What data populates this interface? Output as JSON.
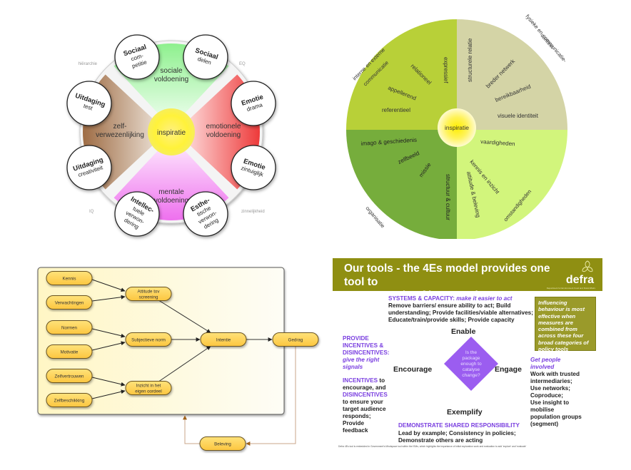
{
  "motivation_wheel": {
    "center": "inspiratie",
    "sectors": [
      {
        "id": "top",
        "label_lines": [
          "sociale",
          "voldoening"
        ],
        "color": "#9ef29e"
      },
      {
        "id": "right",
        "label_lines": [
          "emotionele",
          "voldoening"
        ],
        "color": "#ef4a4a"
      },
      {
        "id": "bottom",
        "label_lines": [
          "mentale",
          "voldoening"
        ],
        "color": "#f07ff0"
      },
      {
        "id": "left",
        "label_lines": [
          "zelf-",
          "verwezenlijking"
        ],
        "color": "#a67a55"
      }
    ],
    "axis_labels": {
      "top_left": "hiërarchie",
      "top_right": "EQ",
      "bottom_left": "IQ",
      "bottom_right": "zinnelijkheid"
    },
    "bubbles": [
      {
        "title": "Sociaal",
        "sub": [
          "com-",
          "petitie"
        ]
      },
      {
        "title": "Sociaal",
        "sub": [
          "delen"
        ]
      },
      {
        "title": "Emotie",
        "sub": [
          "drama"
        ]
      },
      {
        "title": "Emotie",
        "sub": [
          "zintuiglijk"
        ]
      },
      {
        "title": "Esthe-",
        "sub": [
          "tische",
          "verwon-",
          "dering"
        ],
        "title2": "tische"
      },
      {
        "title": "Intellec-",
        "sub": [
          "tuele",
          "verwon-",
          "dering"
        ]
      },
      {
        "title": "Uitdaging",
        "sub": [
          "creativiteit"
        ]
      },
      {
        "title": "Uitdaging",
        "sub": [
          "test"
        ]
      }
    ]
  },
  "communication_wheel": {
    "center": "inspiratie",
    "quadrants": [
      {
        "id": "top-left",
        "outer_label": [
          "interne en externe",
          "communicatie"
        ],
        "items": [
          "expressief",
          "relationeel",
          "appellerend",
          "referentieel"
        ],
        "color": "#b8d038"
      },
      {
        "id": "top-right",
        "outer_label": [
          "fysieke en communicatie-",
          "context"
        ],
        "items": [
          "structurele relatie",
          "breder netwerk",
          "bereikbaarheid",
          "visuele identiteit"
        ],
        "color": "#d4d4a6"
      },
      {
        "id": "bottom-left",
        "outer_label": [
          "organisatie"
        ],
        "items": [
          "imago & geschiedenis",
          "zelfbeeld",
          "missie",
          "structuur & cultuur"
        ],
        "color": "#76ad3c"
      },
      {
        "id": "bottom-right",
        "outer_label": [
          "omstandigheden"
        ],
        "items": [
          "vaardigheden",
          "kennis en inzicht",
          "attitude & beleving"
        ],
        "color": "#d2f57c"
      }
    ]
  },
  "flow_model": {
    "nodes": {
      "kennis": "Kennis",
      "verwachtingen": "Verwachtingen",
      "normen": "Normen",
      "motivatie": "Motivatie",
      "zelfvertrouwen": "Zelfvertrouwen",
      "zelfbeschikking": "Zelfbeschikking",
      "attitude": [
        "Attitude tov",
        "screening"
      ],
      "subjectieve": "Subjectieve norm",
      "inzicht": [
        "Inzicht in het",
        "eigen oordeel"
      ],
      "intentie": "Intentie",
      "gedrag": "Gedrag",
      "beleving": "Beleving"
    }
  },
  "four_es": {
    "title_lines": [
      "Our tools - the 4Es model provides one tool to",
      "ensure a mix of interventions"
    ],
    "brand": "defra",
    "brand_sub": "Department for Environment Food and Rural Affairs",
    "enable": {
      "heading": "SYSTEMS & CAPACITY:",
      "heading_italic": "make it easier to act",
      "body": [
        "Remove barriers/ ensure ability to act; Build",
        "understanding; Provide facilities/viable alternatives;",
        "Educate/train/provide skills; Provide capacity"
      ],
      "label": "Enable"
    },
    "side_note": [
      "Influencing",
      "behaviour is most",
      "effective when",
      "measures are",
      "combined from",
      "across these four",
      "broad categories of",
      "policy tools"
    ],
    "encourage": {
      "heading_lines": [
        "PROVIDE",
        "INCENTIVES &",
        "DISINCENTIVES:"
      ],
      "italic_lines": [
        "give the right",
        "signals"
      ],
      "incentives": "INCENTIVES",
      "to": " to",
      "line2": "encourage, and",
      "disincentives": "DISINCENTIVES",
      "body": [
        "to ensure your",
        "target audience",
        "responds;",
        "Provide",
        "feedback"
      ],
      "label": "Encourage"
    },
    "diamond_text": [
      "Is the",
      "package",
      "enough to",
      "catalyse",
      "change?"
    ],
    "diamond_color": "#9b5df0",
    "engage": {
      "label": "Engage",
      "italic_lines": [
        "Get people",
        "involved"
      ],
      "body": [
        "Work with trusted",
        "intermediaries;",
        "Use networks;",
        "Coproduce;",
        "Use insight to",
        "mobilise",
        "population groups",
        "(segment)"
      ]
    },
    "exemplify": {
      "label": "Exemplify",
      "heading": "DEMONSTRATE SHARED RESPONSIBILITY",
      "body": [
        "Lead by example; Consistency in policies;",
        "Demonstrate others are acting"
      ]
    },
    "footnote": "Defra 4Es tool is embedded in Government's Mindspace tool within the ISMs, which highlights the importance of initial exploration work and evaluation to add 'explore' and 'evaluate'",
    "accent_purple": "#7a3fe0",
    "header_olive": "#8f8f12"
  }
}
